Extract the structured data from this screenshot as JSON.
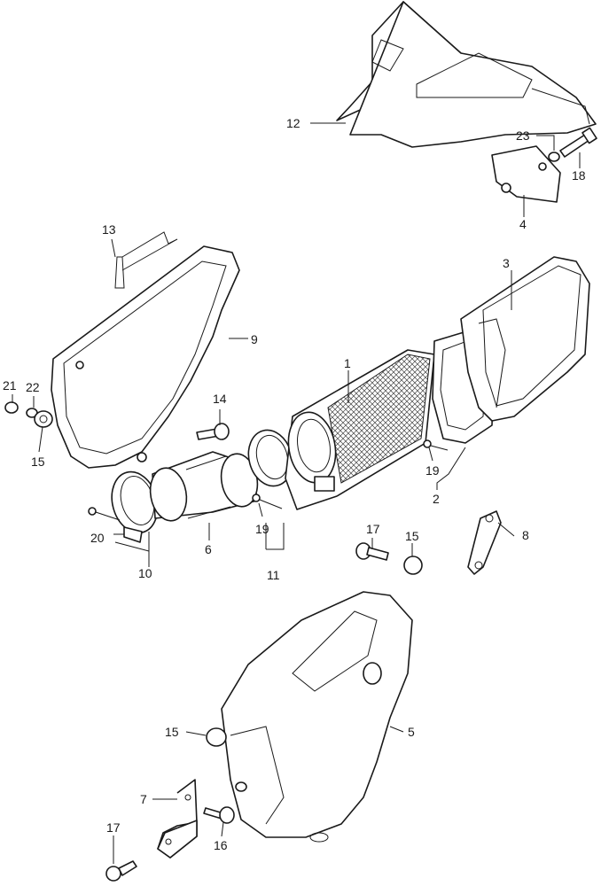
{
  "labels": {
    "l1": "1",
    "l2": "2",
    "l3": "3",
    "l4": "4",
    "l5": "5",
    "l6": "6",
    "l7": "7",
    "l8": "8",
    "l9": "9",
    "l10": "10",
    "l11": "11",
    "l12": "12",
    "l13": "13",
    "l14": "14",
    "l15a": "15",
    "l15b": "15",
    "l15c": "15",
    "l16": "16",
    "l17a": "17",
    "l17b": "17",
    "l18": "18",
    "l19a": "19",
    "l19b": "19",
    "l20": "20",
    "l21": "21",
    "l22": "22",
    "l23": "23"
  }
}
